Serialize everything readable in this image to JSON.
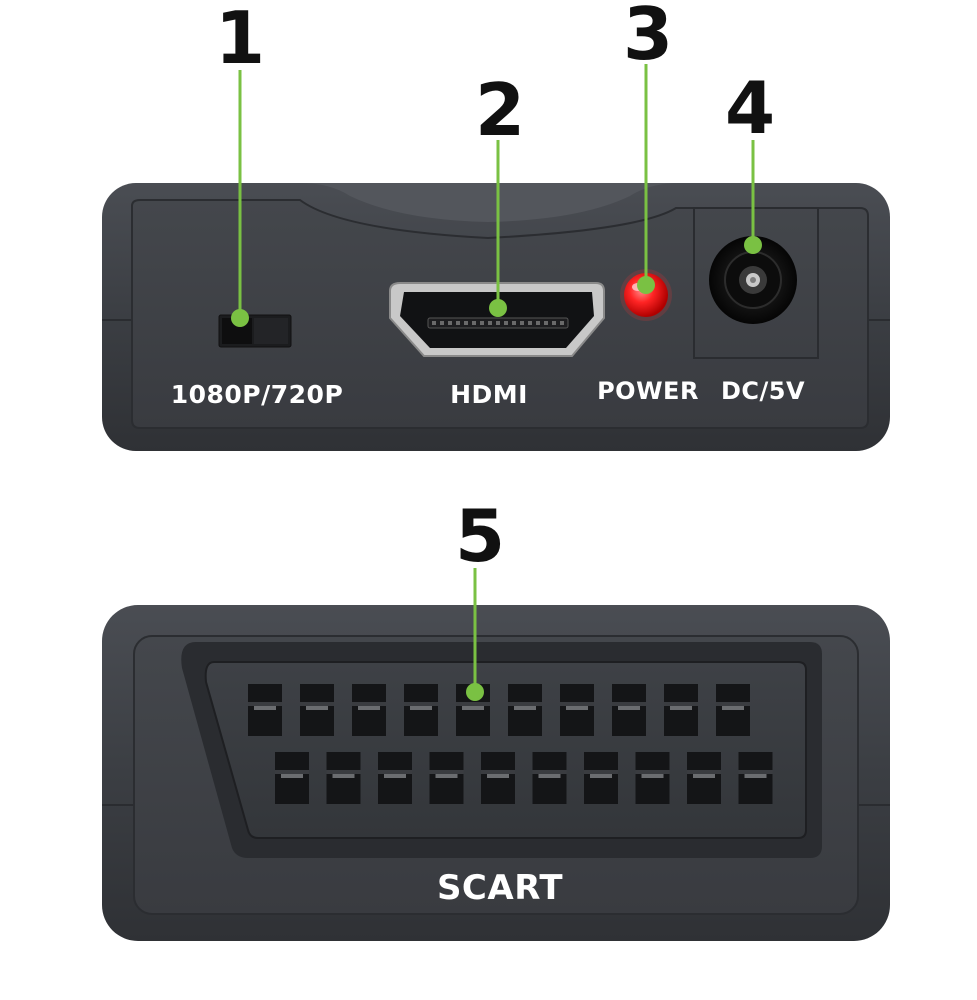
{
  "callouts": [
    {
      "number": "1"
    },
    {
      "number": "2"
    },
    {
      "number": "3"
    },
    {
      "number": "4"
    },
    {
      "number": "5"
    }
  ],
  "top_panel": {
    "labels": {
      "resolution_switch": "1080P/720P",
      "hdmi": "HDMI",
      "power": "POWER",
      "dc_input": "DC/5V"
    }
  },
  "bottom_panel": {
    "labels": {
      "scart": "SCART"
    }
  },
  "colors": {
    "housing": "#3c3f44",
    "housing_edge": "#2a2c30",
    "callout_line": "#7ac143",
    "power_led": "#ff2a2a",
    "label_text": "#ffffff",
    "number_text": "#111111"
  },
  "icons": [
    "resolution-switch-icon",
    "hdmi-port-icon",
    "power-led-icon",
    "dc-jack-icon",
    "scart-port-icon"
  ]
}
